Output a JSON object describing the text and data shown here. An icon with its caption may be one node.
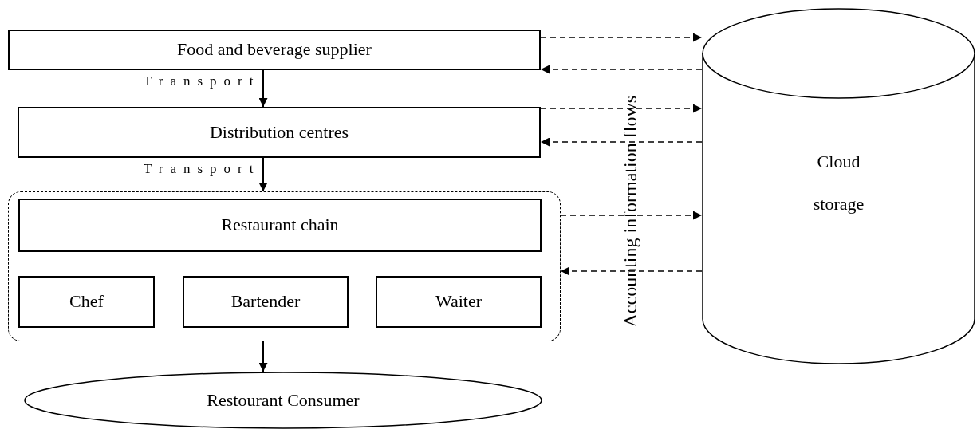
{
  "diagram": {
    "nodes": [
      {
        "text": [
          "Food and beverage supplier"
        ]
      },
      {
        "text": [
          "Distribution centres"
        ]
      },
      {
        "text": [],
        "shape": "box"
      },
      {
        "text": [
          "Restaurant chain"
        ],
        "in": 2
      },
      {
        "text": [
          "Chef"
        ],
        "in": 2
      },
      {
        "text": [
          "Bartender"
        ],
        "in": 2
      },
      {
        "text": [
          "Waiter"
        ],
        "in": 2
      },
      {
        "text": [
          "Restourant Consumer"
        ]
      },
      {
        "text": [
          "Cloud storage"
        ]
      }
    ],
    "edges": [
      {
        "from": 0,
        "to": 1,
        "arrow": "to",
        "label": "Transport"
      },
      {
        "from": 1,
        "to": 2,
        "arrow": "to",
        "label": "Transport"
      },
      {
        "from": 2,
        "to": 7,
        "arrow": "to"
      },
      {
        "from": 0,
        "to": 8,
        "arrow": "to",
        "style": "dashed"
      },
      {
        "from": 8,
        "to": 0,
        "arrow": "to",
        "style": "dashed"
      },
      {
        "from": 1,
        "to": 8,
        "arrow": "to",
        "style": "dashed"
      },
      {
        "from": 8,
        "to": 1,
        "arrow": "to",
        "style": "dashed"
      },
      {
        "from": 2,
        "to": 8,
        "arrow": "to",
        "style": "dashed"
      },
      {
        "from": 8,
        "to": 2,
        "arrow": "to",
        "style": "dashed"
      }
    ],
    "labels": [
      "Accounting information flows"
    ]
  }
}
